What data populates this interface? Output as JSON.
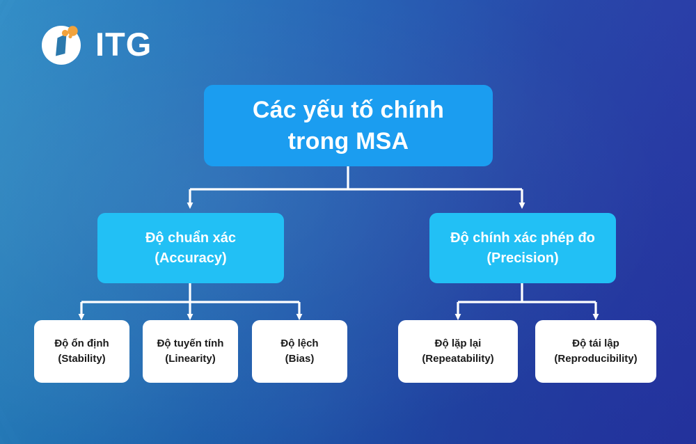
{
  "brand": {
    "logo_icon": "itg-circle-i-logo-icon",
    "name": "ITG"
  },
  "colors": {
    "title_box": "#1b9df0",
    "branch_box": "#22c0f5",
    "leaf_box": "#ffffff",
    "leaf_text": "#1a1a1a",
    "connector": "#ffffff",
    "background_from": "#2a8fc8",
    "background_to": "#2340a8",
    "logo_accent": "#f2a33c"
  },
  "diagram": {
    "type": "hierarchy-tree",
    "root": {
      "line1": "Các yếu tố chính",
      "line2": "trong MSA"
    },
    "branches": [
      {
        "line1": "Độ chuẩn xác",
        "line2": "(Accuracy)",
        "children": [
          {
            "line1": "Độ ổn định",
            "line2": "(Stability)"
          },
          {
            "line1": "Độ tuyến tính",
            "line2": "(Linearity)"
          },
          {
            "line1": "Độ lệch",
            "line2": "(Bias)"
          }
        ]
      },
      {
        "line1": "Độ chính xác phép đo",
        "line2": "(Precision)",
        "children": [
          {
            "line1": "Độ lặp lại",
            "line2": "(Repeatability)"
          },
          {
            "line1": "Độ tái lập",
            "line2": "(Reproducibility)"
          }
        ]
      }
    ]
  }
}
